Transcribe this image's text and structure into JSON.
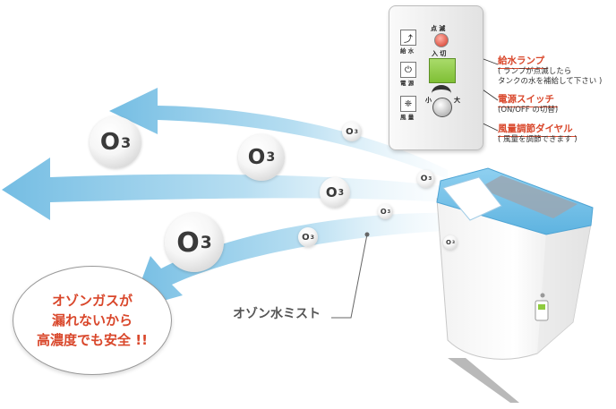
{
  "ozone_symbol": "O",
  "ozone_subscript": "3",
  "control_panel": {
    "blink_label": "点 滅",
    "onoff_label": "入 切",
    "low_label": "小",
    "high_label": "大",
    "water_icon_label": "給 水",
    "power_icon_label": "電 源",
    "fan_icon_label": "風 量",
    "water_icon": "water-tap-icon",
    "power_icon": "power-icon",
    "fan_icon": "fan-icon",
    "lamp_color": "#e05a4a",
    "display_color": "#8fcb3f"
  },
  "callouts": {
    "water_lamp": {
      "title": "給水ランプ",
      "note_line1": "( ランプが点滅したら",
      "note_line2": "タンクの水を補給して下さい )"
    },
    "power_switch": {
      "title": "電源スイッチ",
      "note": "(ON/OFF の切替)"
    },
    "fan_dial": {
      "title": "風量調節ダイヤル",
      "note": "( 風量を調節できます )"
    }
  },
  "mist_label": "オゾン水ミスト",
  "bubble_text": {
    "line1": "オゾンガスが",
    "line2": "漏れないから",
    "line3": "高濃度でも安全 !!"
  },
  "colors": {
    "arrow_blue": "#7fc3e6",
    "callout_red": "#d9472b",
    "device_blue": "#6ec0ea"
  }
}
